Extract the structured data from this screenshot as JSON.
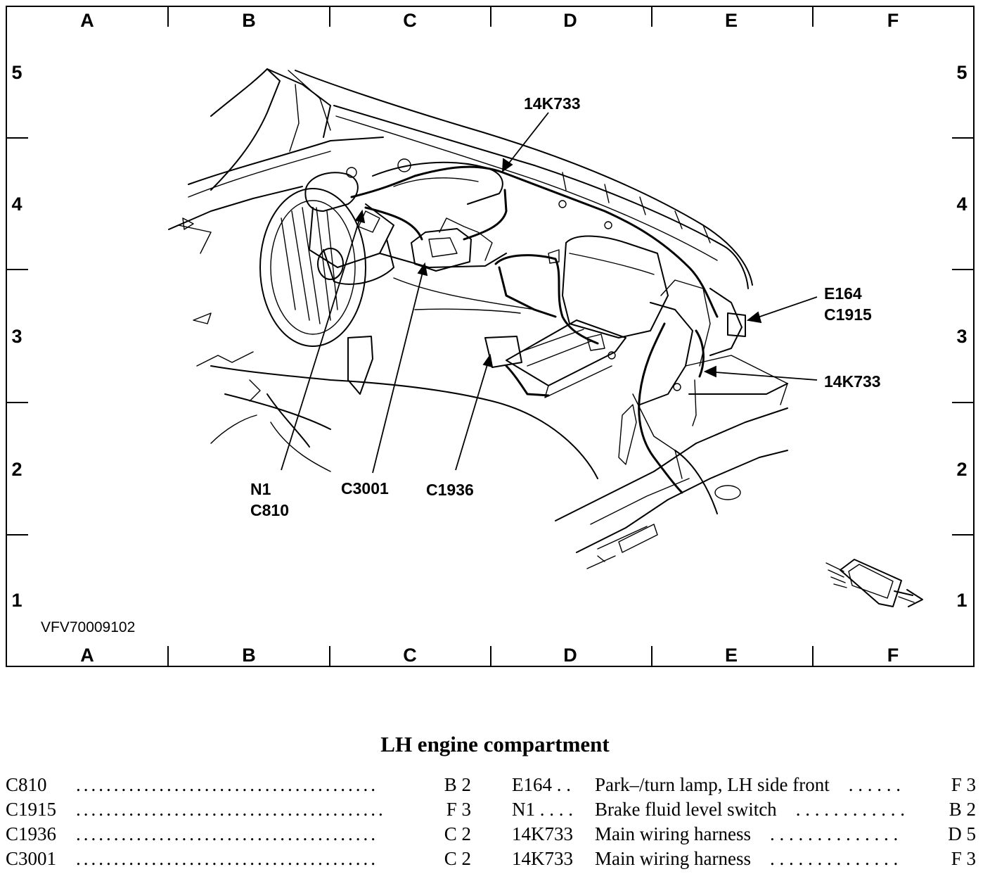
{
  "grid": {
    "columns": [
      "A",
      "B",
      "C",
      "D",
      "E",
      "F"
    ],
    "rows": [
      "5",
      "4",
      "3",
      "2",
      "1"
    ]
  },
  "figure_id": "VFV70009102",
  "callouts": {
    "harness_top": "14K733",
    "e164": "E164",
    "c1915": "C1915",
    "harness_right": "14K733",
    "n1": "N1",
    "c810": "C810",
    "c3001": "C3001",
    "c1936": "C1936"
  },
  "title": "LH engine compartment",
  "legend_left": [
    {
      "code": "C810",
      "dots": "........................................",
      "grid": "B 2"
    },
    {
      "code": "C1915",
      "dots": ".........................................",
      "grid": "F 3"
    },
    {
      "code": "C1936",
      "dots": "........................................",
      "grid": "C 2"
    },
    {
      "code": "C3001",
      "dots": "........................................",
      "grid": "C 2"
    }
  ],
  "legend_right": [
    {
      "code": "E164 . .",
      "desc": "Park–/turn lamp, LH side front",
      "dots": ". . . . . .",
      "grid": "F 3"
    },
    {
      "code": "N1 . . . .",
      "desc": "Brake fluid level switch",
      "dots": ". . . . . . . . . . . .",
      "grid": "B 2"
    },
    {
      "code": "14K733",
      "desc": "Main wiring harness",
      "dots": ". . . . . . . . . . . . . .",
      "grid": "D 5"
    },
    {
      "code": "14K733",
      "desc": "Main wiring harness",
      "dots": ". . . . . . . . . . . . . .",
      "grid": "F 3"
    }
  ]
}
